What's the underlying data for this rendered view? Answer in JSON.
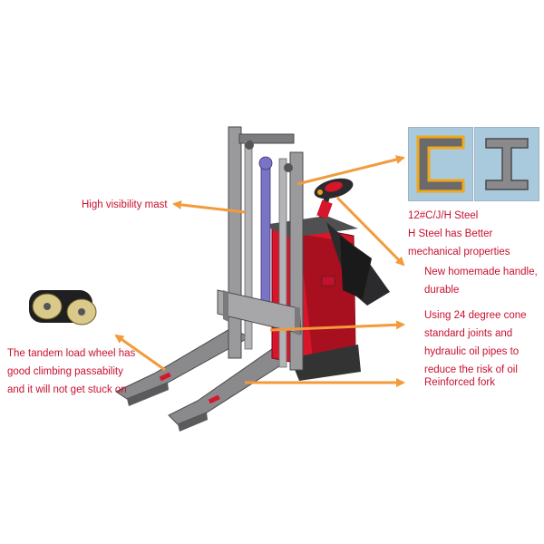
{
  "colors": {
    "label_text": "#c8102e",
    "arrow": "#f39a3b",
    "truck_red": "#d7162b",
    "truck_dark_red": "#a80f1f",
    "metal_grey": "#8a8a8c",
    "metal_dark": "#5a5a5c",
    "cylinder_blue": "#7b73c6",
    "inset_bg": "#a9c9dd"
  },
  "callouts": {
    "mast": "High visibility mast",
    "steel": {
      "line1": "12#C/J/H Steel",
      "line2": "H Steel has Better",
      "line3": "mechanical properties"
    },
    "handle": {
      "line1": "New homemade handle,",
      "line2": "durable"
    },
    "cone": {
      "line1": "Using 24 degree cone",
      "line2": "standard joints and",
      "line3": "hydraulic oil pipes to",
      "line4": "reduce the risk of oil"
    },
    "fork": "Reinforced fork",
    "wheel": {
      "line1": "The tandem load wheel has",
      "line2": "good climbing passability",
      "line3": "and it will not get stuck on"
    }
  },
  "icons": {
    "c_steel": "c-channel-steel-icon",
    "h_steel": "h-beam-steel-icon",
    "tandem_wheel": "tandem-load-wheel-icon"
  }
}
